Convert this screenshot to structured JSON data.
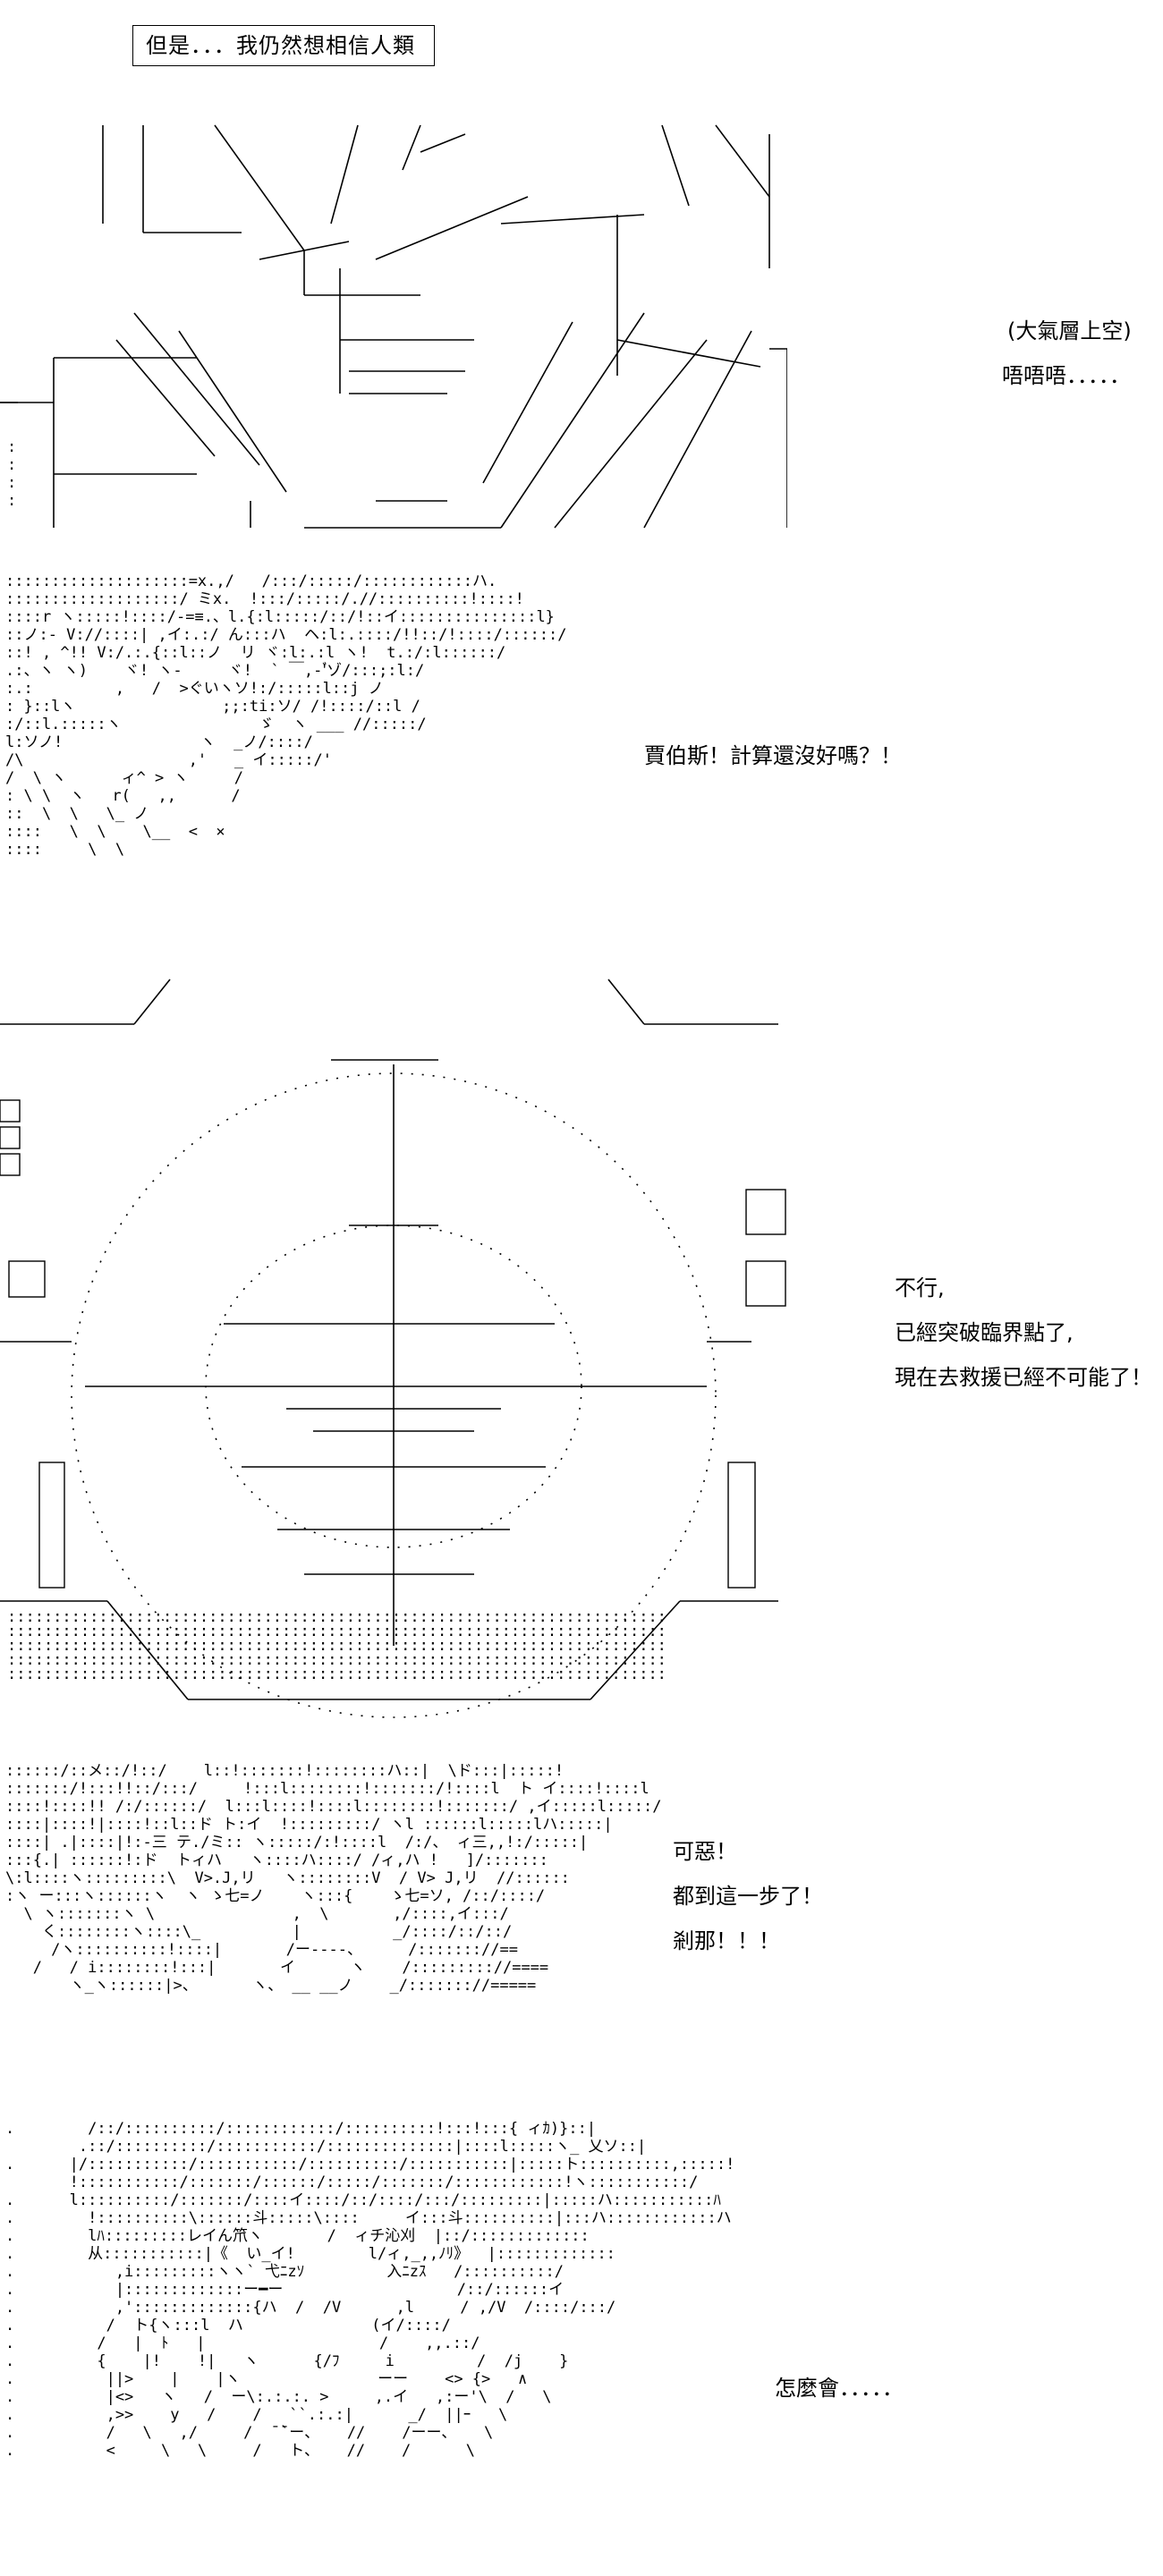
{
  "header": {
    "title": "但是．．．我仍然想相信人類"
  },
  "panels": [
    {
      "id": "p1",
      "lines": [
        "(大氣層上空)",
        "唔唔唔．．．．．"
      ]
    },
    {
      "id": "p2",
      "lines": [
        "賈伯斯！計算還沒好嗎？！"
      ]
    },
    {
      "id": "p3",
      "lines": [
        "不行,",
        "已經突破臨界點了,",
        "現在去救援已經不可能了！"
      ]
    },
    {
      "id": "p4",
      "lines": [
        "可惡！",
        "都到這一步了！",
        "剎那！！！"
      ]
    },
    {
      "id": "p5",
      "lines": [
        "怎麼會．．．．．"
      ]
    }
  ]
}
